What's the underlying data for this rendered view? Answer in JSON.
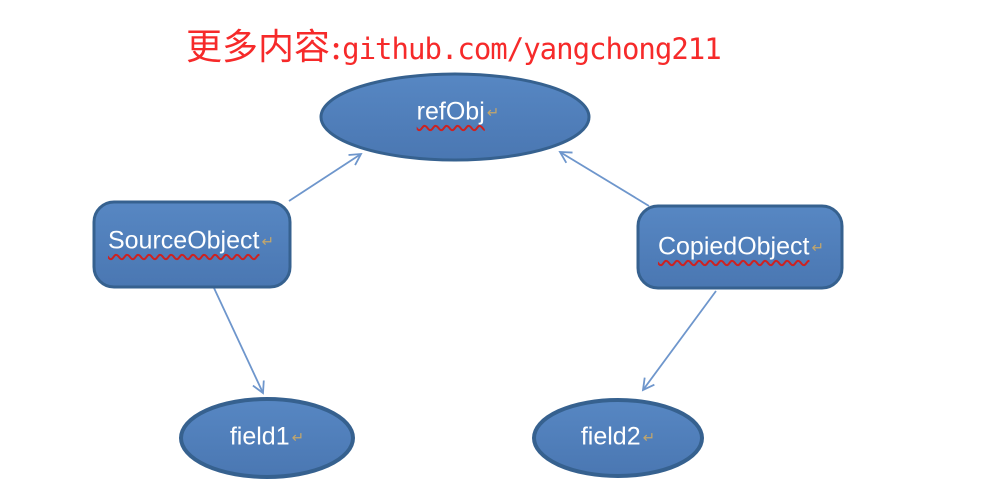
{
  "header": {
    "text_cjk": "更多内容:",
    "text_latin": "github.com/yangchong211",
    "color": "#f62a2a"
  },
  "diagram": {
    "paragraph_mark": "↵",
    "nodes": {
      "refObj": {
        "label": "refObj",
        "shape": "ellipse",
        "spellcheck_underline": true
      },
      "source": {
        "label": "SourceObject",
        "shape": "rounded-rect",
        "spellcheck_underline": true
      },
      "copied": {
        "label": "CopiedObject",
        "shape": "rounded-rect",
        "spellcheck_underline": true
      },
      "field1": {
        "label": "field1",
        "shape": "ellipse",
        "spellcheck_underline": false
      },
      "field2": {
        "label": "field2",
        "shape": "ellipse",
        "spellcheck_underline": false
      }
    },
    "edges": [
      {
        "from": "SourceObject",
        "to": "refObj"
      },
      {
        "from": "CopiedObject",
        "to": "refObj"
      },
      {
        "from": "SourceObject",
        "to": "field1"
      },
      {
        "from": "CopiedObject",
        "to": "field2"
      }
    ],
    "colors": {
      "node_fill_top": "#5787c3",
      "node_fill": "#4a77b2",
      "node_border": "#36618f",
      "arrow": "#6e96cc",
      "underline": "#cc2222",
      "mark": "#c3a66b"
    }
  }
}
